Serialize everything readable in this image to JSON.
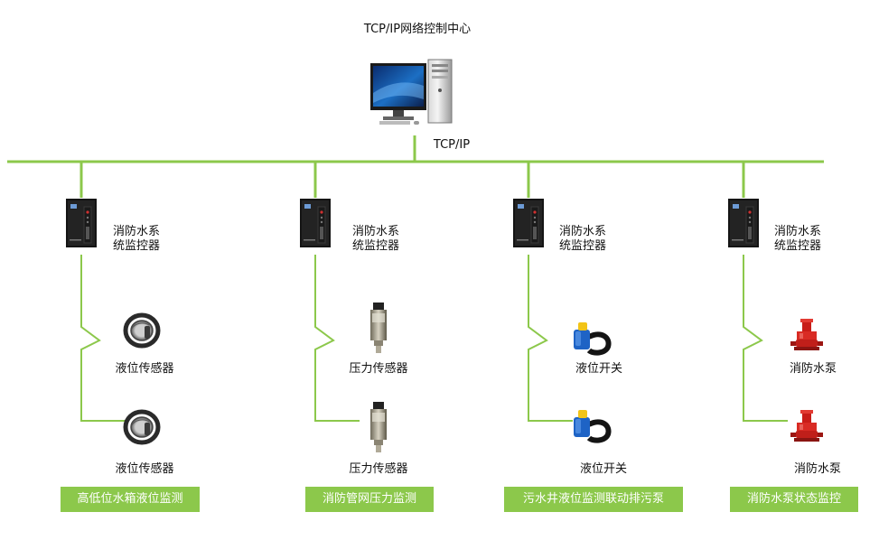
{
  "center": {
    "title": "TCP/IP网络控制中心",
    "link_label": "TCP/IP"
  },
  "controller_label_line1": "消防水系",
  "controller_label_line2": "统监控器",
  "columns": [
    {
      "device_top": "液位传感器",
      "device_bottom": "液位传感器",
      "caption": "高低位水箱液位监测",
      "device_icon": "liquid-level-sensor-icon"
    },
    {
      "device_top": "压力传感器",
      "device_bottom": "压力传感器",
      "caption": "消防管网压力监测",
      "device_icon": "pressure-sensor-icon"
    },
    {
      "device_top": "液位开关",
      "device_bottom": "液位开关",
      "caption": "污水井液位监测联动排污泵",
      "device_icon": "float-level-switch-icon"
    },
    {
      "device_top": "消防水泵",
      "device_bottom": "消防水泵",
      "caption": "消防水泵状态监控",
      "device_icon": "fire-pump-icon"
    }
  ],
  "colors": {
    "line": "#8cc84b",
    "badge": "#8cc84b",
    "badge_text": "#ffffff"
  }
}
